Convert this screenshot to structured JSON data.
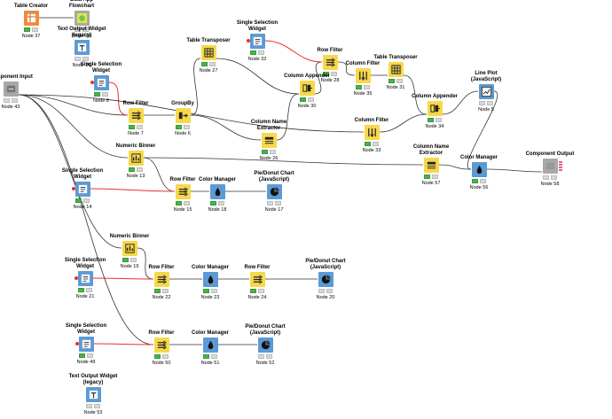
{
  "workflow": {
    "nodes": [
      {
        "id": "n37",
        "title": "Table Creator",
        "label": "Node 37",
        "icon": "table-creator-icon",
        "color": "#f08a3a",
        "status": [
          true,
          false
        ]
      },
      {
        "id": "n38",
        "title": "Data App Flowchart",
        "label": "Node 38",
        "icon": "image-output-icon",
        "color": "#a8a8a8",
        "status": [
          false,
          false
        ]
      },
      {
        "id": "n36",
        "title": "Text Output Widget (legacy)",
        "label": "Node 36",
        "icon": "text-output-widget-icon",
        "color": "#5c9ad4",
        "status": [
          false,
          false
        ]
      },
      {
        "id": "n43",
        "title": "Component Input",
        "label": "Node 43",
        "icon": "component-input-icon",
        "color": "#a8a8a8",
        "status": [
          false,
          false
        ]
      },
      {
        "id": "n8",
        "title": "Single Selection Widget",
        "label": "Node 8",
        "icon": "selection-widget-icon",
        "color": "#5c9ad4",
        "status": [
          true,
          false
        ]
      },
      {
        "id": "n7",
        "title": "Row Filter",
        "label": "Node 7",
        "icon": "row-filter-icon",
        "color": "#f7d84a",
        "status": [
          true,
          false
        ]
      },
      {
        "id": "n6",
        "title": "GroupBy",
        "label": "Node 6",
        "icon": "groupby-icon",
        "color": "#f7d84a",
        "status": [
          true,
          false
        ]
      },
      {
        "id": "n27",
        "title": "Table Transposer",
        "label": "Node 27",
        "icon": "table-transposer-icon",
        "color": "#f7d84a",
        "status": [
          true,
          false
        ]
      },
      {
        "id": "n32",
        "title": "Single Selection Widget",
        "label": "Node 32",
        "icon": "selection-widget-icon",
        "color": "#5c9ad4",
        "status": [
          true,
          false
        ]
      },
      {
        "id": "n28",
        "title": "Row Filter",
        "label": "Node 28",
        "icon": "row-filter-icon",
        "color": "#f7d84a",
        "status": [
          true,
          false
        ]
      },
      {
        "id": "n30",
        "title": "Column Appender",
        "label": "Node 30",
        "icon": "column-appender-icon",
        "color": "#f7d84a",
        "status": [
          true,
          false
        ]
      },
      {
        "id": "n26",
        "title": "Column Name Extractor",
        "label": "Node 26",
        "icon": "column-name-extractor-icon",
        "color": "#f7d84a",
        "status": [
          true,
          false
        ]
      },
      {
        "id": "n35",
        "title": "Column Filter",
        "label": "Node 35",
        "icon": "column-filter-icon",
        "color": "#f7d84a",
        "status": [
          true,
          false
        ]
      },
      {
        "id": "n31",
        "title": "Table Transposer",
        "label": "Node 31",
        "icon": "table-transposer-icon",
        "color": "#f7d84a",
        "status": [
          true,
          false
        ]
      },
      {
        "id": "n5",
        "title": "Line Plot (JavaScript)",
        "label": "Node 5",
        "icon": "line-plot-icon",
        "color": "#5c9ad4",
        "status": [
          false,
          false
        ]
      },
      {
        "id": "n34",
        "title": "Column Appender",
        "label": "Node 34",
        "icon": "column-appender-icon",
        "color": "#f7d84a",
        "status": [
          true,
          false
        ]
      },
      {
        "id": "n33",
        "title": "Column Filter",
        "label": "Node 33",
        "icon": "column-filter-icon",
        "color": "#f7d84a",
        "status": [
          true,
          false
        ]
      },
      {
        "id": "n13",
        "title": "Numeric Binner",
        "label": "Node 13",
        "icon": "numeric-binner-icon",
        "color": "#f7d84a",
        "status": [
          true,
          false
        ]
      },
      {
        "id": "n57",
        "title": "Column Name Extractor",
        "label": "Node 57",
        "icon": "column-name-extractor-icon",
        "color": "#f7d84a",
        "status": [
          true,
          false
        ]
      },
      {
        "id": "n56",
        "title": "Color Manager",
        "label": "Node 56",
        "icon": "color-manager-icon",
        "color": "#5c9ad4",
        "status": [
          true,
          false
        ]
      },
      {
        "id": "n58",
        "title": "Component Output",
        "label": "Node 58",
        "icon": "component-output-icon",
        "color": "#a8a8a8",
        "status": [
          false,
          false
        ]
      },
      {
        "id": "n14",
        "title": "Single Selection Widget",
        "label": "Node 14",
        "icon": "selection-widget-icon",
        "color": "#5c9ad4",
        "status": [
          true,
          false
        ]
      },
      {
        "id": "n15",
        "title": "Row Filter",
        "label": "Node 15",
        "icon": "row-filter-icon",
        "color": "#f7d84a",
        "status": [
          true,
          false
        ]
      },
      {
        "id": "n18",
        "title": "Color Manager",
        "label": "Node 18",
        "icon": "color-manager-icon",
        "color": "#5c9ad4",
        "status": [
          true,
          false
        ]
      },
      {
        "id": "n17",
        "title": "Pie/Donut Chart (JavaScript)",
        "label": "Node 17",
        "icon": "pie-chart-icon",
        "color": "#5c9ad4",
        "status": [
          false,
          false
        ]
      },
      {
        "id": "n19",
        "title": "Numeric Binner",
        "label": "Node 19",
        "icon": "numeric-binner-icon",
        "color": "#f7d84a",
        "status": [
          true,
          false
        ]
      },
      {
        "id": "n21",
        "title": "Single Selection Widget",
        "label": "Node 21",
        "icon": "selection-widget-icon",
        "color": "#5c9ad4",
        "status": [
          true,
          false
        ]
      },
      {
        "id": "n22",
        "title": "Row Filter",
        "label": "Node 22",
        "icon": "row-filter-icon",
        "color": "#f7d84a",
        "status": [
          true,
          false
        ]
      },
      {
        "id": "n23",
        "title": "Color Manager",
        "label": "Node 23",
        "icon": "color-manager-icon",
        "color": "#5c9ad4",
        "status": [
          true,
          false
        ]
      },
      {
        "id": "n24",
        "title": "Row Filter",
        "label": "Node 24",
        "icon": "row-filter-icon",
        "color": "#f7d84a",
        "status": [
          true,
          false
        ]
      },
      {
        "id": "n20",
        "title": "Pie/Donut Chart (JavaScript)",
        "label": "Node 20",
        "icon": "pie-chart-icon",
        "color": "#5c9ad4",
        "status": [
          false,
          false
        ]
      },
      {
        "id": "n49",
        "title": "Single Selection Widget",
        "label": "Node 49",
        "icon": "selection-widget-icon",
        "color": "#5c9ad4",
        "status": [
          true,
          false
        ]
      },
      {
        "id": "n50",
        "title": "Row Filter",
        "label": "Node 50",
        "icon": "row-filter-icon",
        "color": "#f7d84a",
        "status": [
          true,
          false
        ]
      },
      {
        "id": "n51",
        "title": "Color Manager",
        "label": "Node 51",
        "icon": "color-manager-icon",
        "color": "#5c9ad4",
        "status": [
          true,
          false
        ]
      },
      {
        "id": "n52",
        "title": "Pie/Donut Chart (JavaScript)",
        "label": "Node 52",
        "icon": "pie-chart-icon",
        "color": "#5c9ad4",
        "status": [
          false,
          false
        ]
      },
      {
        "id": "n53",
        "title": "Text Output Widget (legacy)",
        "label": "Node 53",
        "icon": "text-output-widget-icon",
        "color": "#5c9ad4",
        "status": [
          false,
          false
        ]
      }
    ],
    "connections": [
      {
        "from": "n37",
        "to": "n38",
        "type": "data"
      },
      {
        "from": "n43",
        "to": "n7",
        "type": "data"
      },
      {
        "from": "n8",
        "to": "n7",
        "type": "flow-variable"
      },
      {
        "from": "n7",
        "to": "n6",
        "type": "data"
      },
      {
        "from": "n6",
        "to": "n27",
        "type": "data"
      },
      {
        "from": "n6",
        "to": "n26",
        "type": "data"
      },
      {
        "from": "n27",
        "to": "n30",
        "type": "data"
      },
      {
        "from": "n26",
        "to": "n30",
        "type": "data"
      },
      {
        "from": "n30",
        "to": "n28",
        "type": "data"
      },
      {
        "from": "n32",
        "to": "n28",
        "type": "flow-variable"
      },
      {
        "from": "n28",
        "to": "n35",
        "type": "data"
      },
      {
        "from": "n35",
        "to": "n31",
        "type": "data"
      },
      {
        "from": "n31",
        "to": "n34",
        "type": "data"
      },
      {
        "from": "n43",
        "to": "n33",
        "type": "data"
      },
      {
        "from": "n33",
        "to": "n34",
        "type": "data"
      },
      {
        "from": "n34",
        "to": "n5",
        "type": "data"
      },
      {
        "from": "n43",
        "to": "n13",
        "type": "data"
      },
      {
        "from": "n13",
        "to": "n57",
        "type": "data"
      },
      {
        "from": "n57",
        "to": "n56",
        "type": "data"
      },
      {
        "from": "n5",
        "to": "n56",
        "type": "data"
      },
      {
        "from": "n56",
        "to": "n58",
        "type": "data"
      },
      {
        "from": "n13",
        "to": "n15",
        "type": "data"
      },
      {
        "from": "n14",
        "to": "n15",
        "type": "flow-variable"
      },
      {
        "from": "n15",
        "to": "n18",
        "type": "data"
      },
      {
        "from": "n18",
        "to": "n17",
        "type": "data"
      },
      {
        "from": "n43",
        "to": "n19",
        "type": "data"
      },
      {
        "from": "n19",
        "to": "n22",
        "type": "data"
      },
      {
        "from": "n21",
        "to": "n22",
        "type": "flow-variable"
      },
      {
        "from": "n22",
        "to": "n23",
        "type": "data"
      },
      {
        "from": "n23",
        "to": "n24",
        "type": "data"
      },
      {
        "from": "n24",
        "to": "n20",
        "type": "data"
      },
      {
        "from": "n43",
        "to": "n50",
        "type": "data"
      },
      {
        "from": "n49",
        "to": "n50",
        "type": "flow-variable"
      },
      {
        "from": "n50",
        "to": "n51",
        "type": "data"
      },
      {
        "from": "n51",
        "to": "n52",
        "type": "data"
      }
    ],
    "colors": {
      "data_connection": "#333333",
      "flow_variable_connection": "#e83030",
      "canvas": "#ffffff"
    }
  }
}
